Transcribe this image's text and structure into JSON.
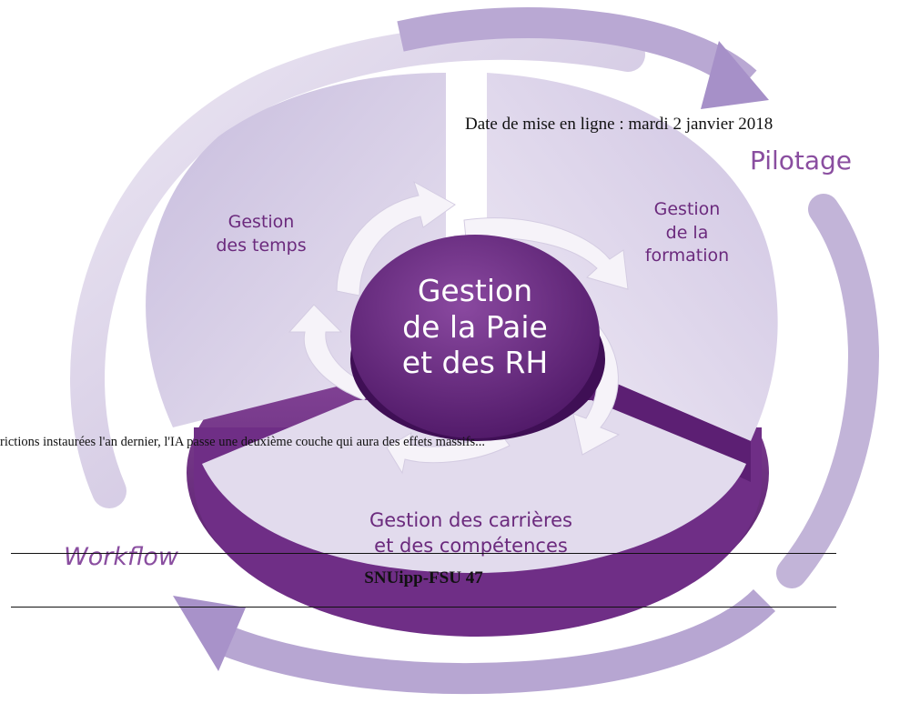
{
  "diagram": {
    "center": {
      "line1": "Gestion",
      "line2": "de la Paie",
      "line3": "et des RH"
    },
    "segment_temps": {
      "line1": "Gestion",
      "line2": "des temps"
    },
    "segment_formation": {
      "line1": "Gestion",
      "line2": "de la",
      "line3": "formation"
    },
    "segment_carrieres": {
      "line1": "Gestion des carrières",
      "line2": "et des compétences"
    },
    "outer_top_label": "Pilotage",
    "outer_bottom_label": "Workflow",
    "colors": {
      "primary_purple": "#6b2a7d",
      "light_lavender": "#d6cde6",
      "mid_lavender": "#b9a8d3",
      "center_purple": "#5a1d70"
    }
  },
  "page": {
    "date_line": "Date de mise en ligne : mardi 2 janvier 2018",
    "excerpt": "rictions instaurées l'an dernier, l'IA passe une deuxième couche qui aura des effets massifs...",
    "author": "SNUipp-FSU 47"
  }
}
